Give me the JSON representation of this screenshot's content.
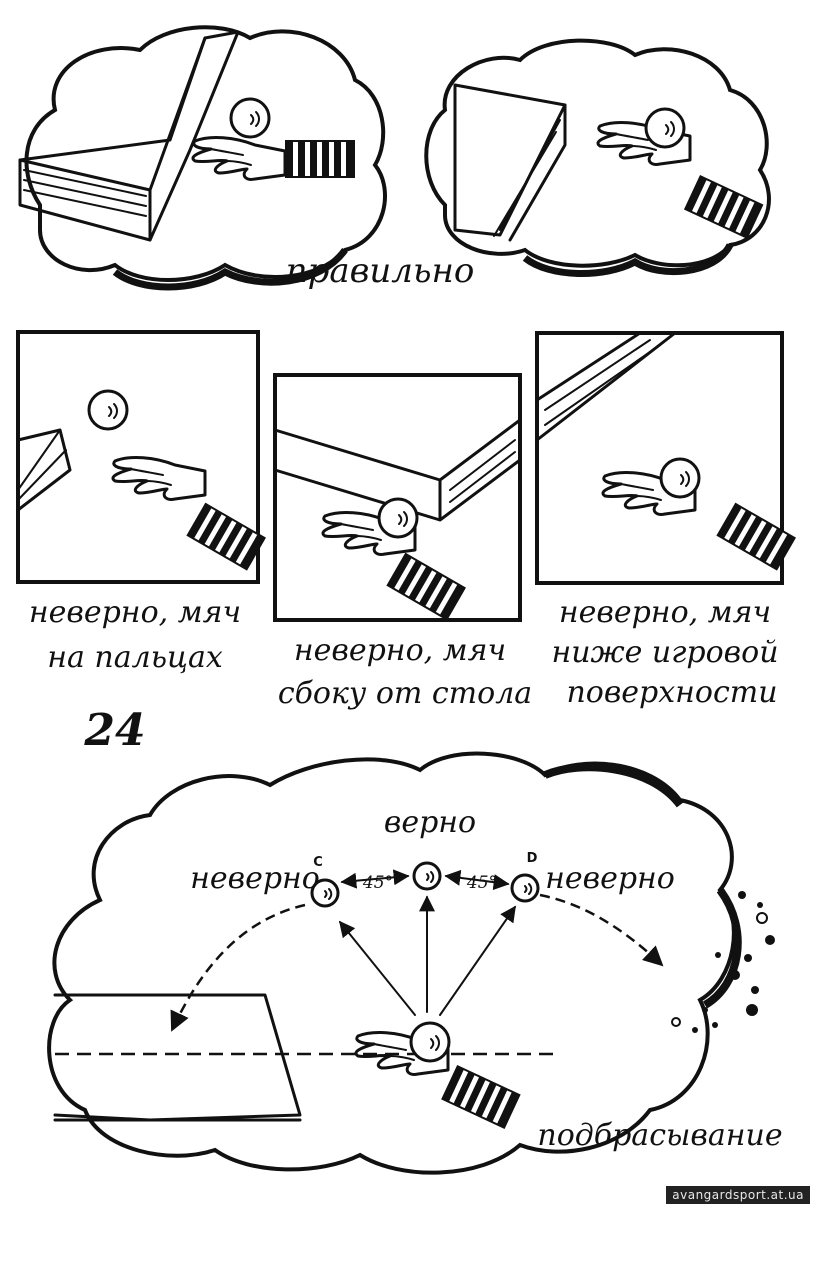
{
  "labels": {
    "correct_top": "правильно",
    "wrong_fingers_1": "неверно, мяч",
    "wrong_fingers_2": "на пальцах",
    "wrong_side_1": "неверно, мяч",
    "wrong_side_2": "сбоку от стола",
    "wrong_below_1": "неверно, мяч",
    "wrong_below_2": "ниже игровой",
    "wrong_below_3": "поверхности",
    "figure_number": "24",
    "correct_bottom": "верно",
    "wrong_left": "неверно",
    "wrong_right": "неверно",
    "point_c": "C",
    "point_d": "D",
    "angle_left": "45°",
    "angle_right": "45°",
    "toss": "подбрасывание"
  },
  "watermark": "avangardsport.at.ua"
}
